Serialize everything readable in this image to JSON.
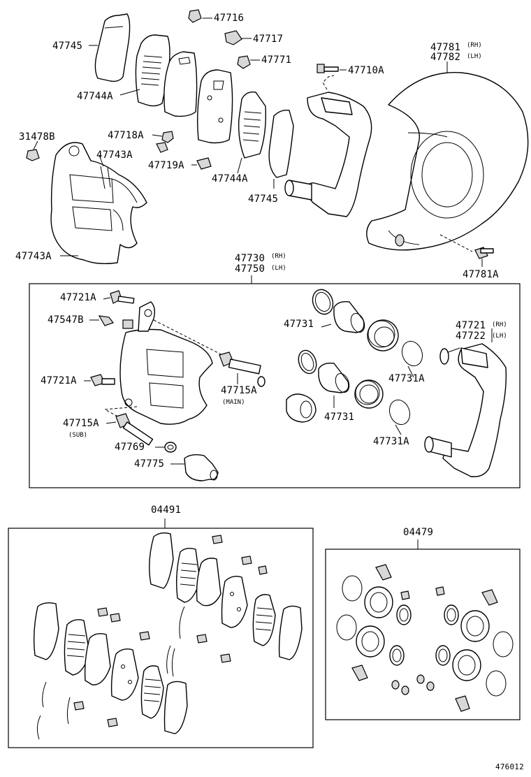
{
  "labels": {
    "p47745_top": "47745",
    "p47716": "47716",
    "p47717": "47717",
    "p47771": "47771",
    "p47744A_top": "47744A",
    "p31478B": "31478B",
    "p47743A_mid": "47743A",
    "p47718A": "47718A",
    "p47719A": "47719A",
    "p47744A_bot": "47744A",
    "p47745_bot": "47745",
    "p47743A_bot": "47743A",
    "p47710A": "47710A",
    "p47781": "47781",
    "p47782": "47782",
    "p47781A": "47781A",
    "p47730": "47730",
    "p47750": "47750",
    "p47721A_1": "47721A",
    "p47547B": "47547B",
    "p47721A_2": "47721A",
    "p47715A_main": "47715A",
    "p47715A_sub": "47715A",
    "p47769": "47769",
    "p47775": "47775",
    "p47731_1": "47731",
    "p47731_2": "47731",
    "p47731A_1": "47731A",
    "p47731A_2": "47731A",
    "p47721": "47721",
    "p47722": "47722",
    "p04491": "04491",
    "p04479": "04479",
    "figure_no": "476012"
  },
  "qualifiers": {
    "rh_1": "(RH)",
    "lh_1": "(LH)",
    "rh_2": "(RH)",
    "lh_2": "(LH)",
    "rh_3": "(RH)",
    "lh_3": "(LH)",
    "main": "(MAIN)",
    "sub": "(SUB)"
  }
}
